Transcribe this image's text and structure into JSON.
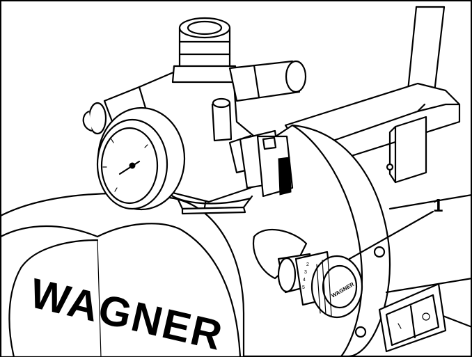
{
  "callout": {
    "number": "1"
  },
  "brand": {
    "housing_text": "WAGNER",
    "knob_text": "WAGNER"
  },
  "knob_scale": [
    "2",
    "3",
    "4",
    "5"
  ],
  "colors": {
    "line": "#000000",
    "background": "#ffffff"
  }
}
